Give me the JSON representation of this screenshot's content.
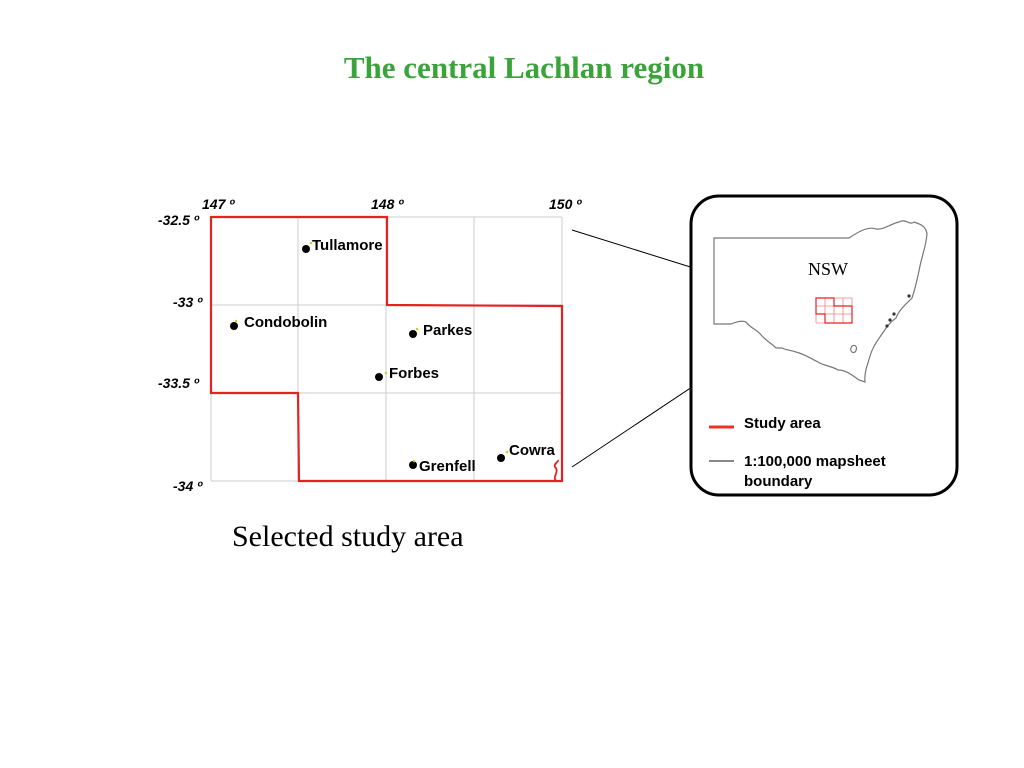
{
  "page": {
    "title": "The central Lachlan region",
    "caption": "Selected study area"
  },
  "map": {
    "longitude_labels": [
      "147 º",
      "148 º",
      "150 º"
    ],
    "latitude_labels": [
      "-32.5 º",
      "-33 º",
      "-33.5 º",
      "-34 º"
    ],
    "towns": [
      {
        "name": "Tullamore"
      },
      {
        "name": "Condobolin"
      },
      {
        "name": "Parkes"
      },
      {
        "name": "Forbes"
      },
      {
        "name": "Cowra"
      },
      {
        "name": "Grenfell"
      }
    ],
    "colors": {
      "study_area": "#e52222",
      "grid": "#cccccc",
      "town_marker": "#000000",
      "title": "#3aa33a"
    }
  },
  "inset": {
    "state_label": "NSW",
    "legend": [
      {
        "label": "Study area",
        "color": "#ee3322"
      },
      {
        "label_line1": "1:100,000 mapsheet",
        "label_line2": "boundary",
        "color": "#888888"
      }
    ]
  }
}
